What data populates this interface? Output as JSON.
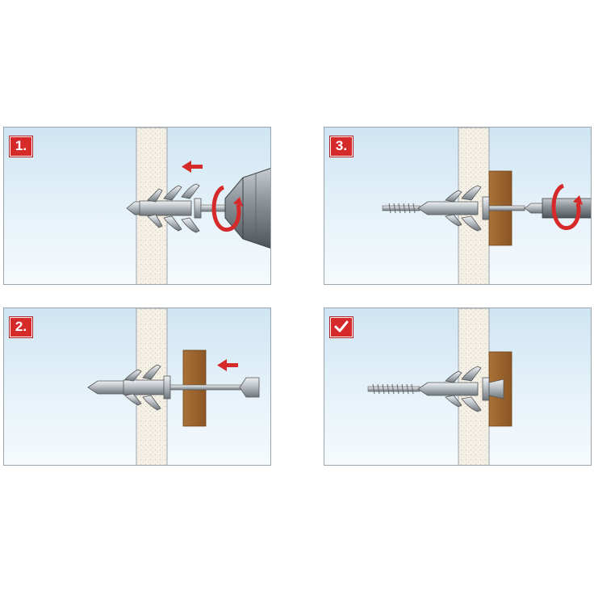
{
  "steps": [
    {
      "label": "1."
    },
    {
      "label": "2."
    },
    {
      "label": "3."
    },
    {
      "label": ""
    }
  ],
  "icons": {
    "step4": "checkmark-icon",
    "direction": "arrow-left-icon",
    "rotation": "rotate-clockwise-icon"
  },
  "colors": {
    "accent": "#d62a2a",
    "wood": "#9c6a35",
    "wall": "#f3efe4",
    "metal": "#b9bfc4",
    "sky": "#cfe5f3"
  }
}
